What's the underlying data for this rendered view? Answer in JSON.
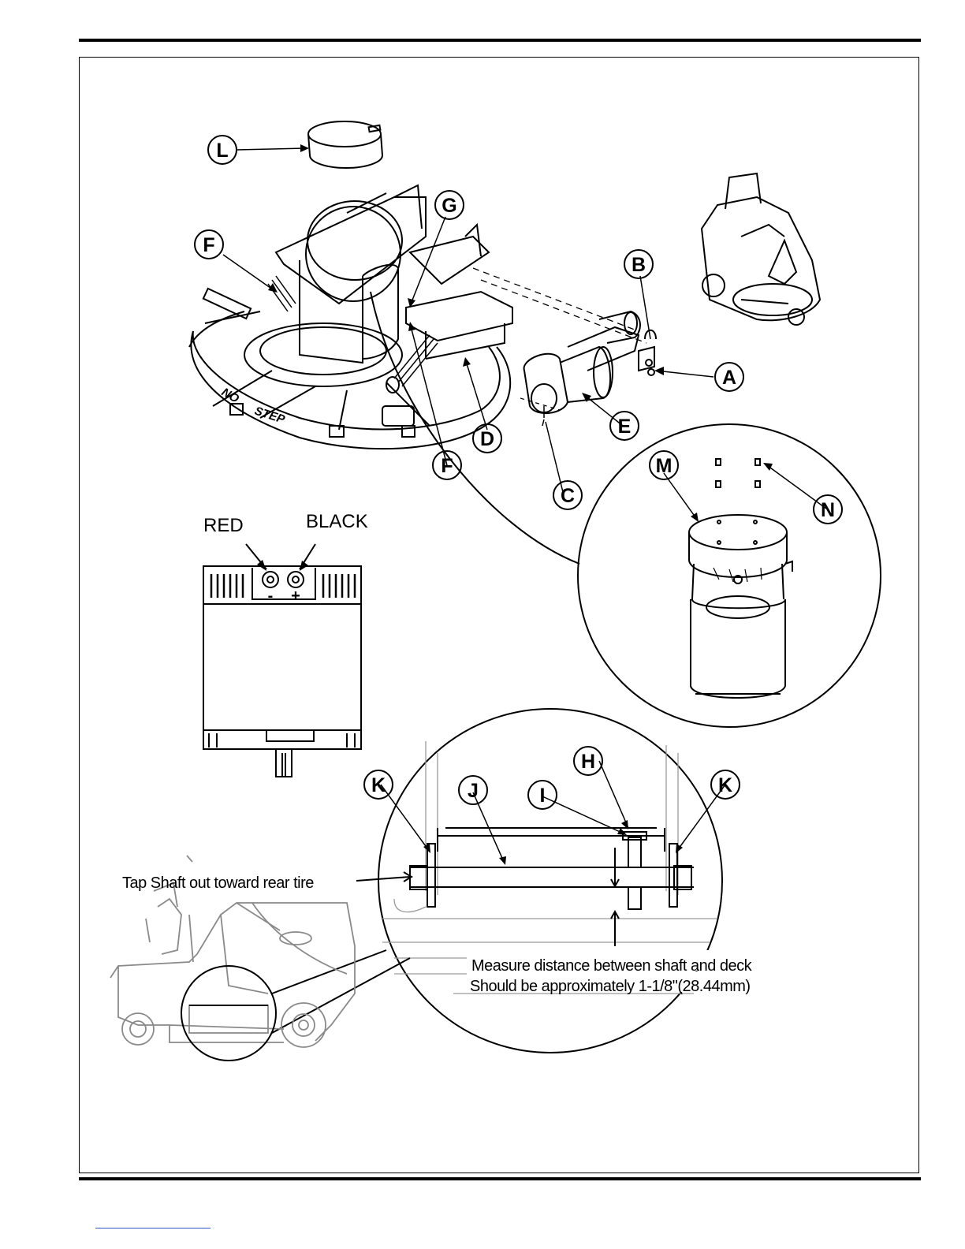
{
  "callouts": {
    "L": "L",
    "G": "G",
    "F1": "F",
    "F2": "F",
    "B": "B",
    "A": "A",
    "E": "E",
    "D": "D",
    "C": "C",
    "M": "M",
    "N": "N",
    "H": "H",
    "I": "I",
    "J": "J",
    "K1": "K",
    "K2": "K"
  },
  "motor": {
    "red_label": "RED",
    "black_label": "BLACK",
    "minus_symbol": "-",
    "plus_symbol": "+"
  },
  "deck": {
    "text_1": "NO",
    "text_2": "STEP"
  },
  "notes": {
    "tap_shaft": "Tap Shaft out toward rear tire",
    "measure_line_1": "Measure distance between shaft and deck",
    "measure_line_2": "Should be approximately 1-1/8\"(28.44mm)"
  },
  "colors": {
    "line": "#000000",
    "light_line": "#9a9a9a",
    "footer_link": "#3355cc"
  }
}
